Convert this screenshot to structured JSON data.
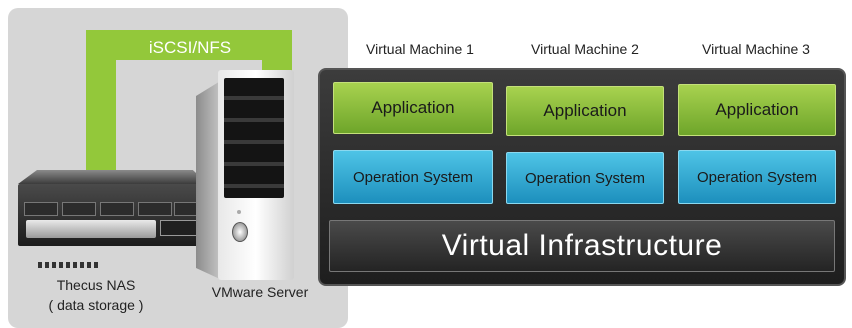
{
  "connector": {
    "label": "iSCSI/NFS",
    "color": "#93c83a"
  },
  "nas": {
    "label_line1": "Thecus NAS",
    "label_line2": "( data storage )"
  },
  "server": {
    "label": "VMware Server"
  },
  "virtual_machines": [
    {
      "title": "Virtual Machine 1",
      "application": "Application",
      "os": "Operation System"
    },
    {
      "title": "Virtual Machine 2",
      "application": "Application",
      "os": "Operation System"
    },
    {
      "title": "Virtual Machine 3",
      "application": "Application",
      "os": "Operation System"
    }
  ],
  "infrastructure": {
    "label": "Virtual Infrastructure"
  },
  "colors": {
    "application": "#8bc03c",
    "os": "#2fa8d4",
    "infrastructure": "#2e2e2e",
    "backdrop": "#d6d6d6"
  }
}
